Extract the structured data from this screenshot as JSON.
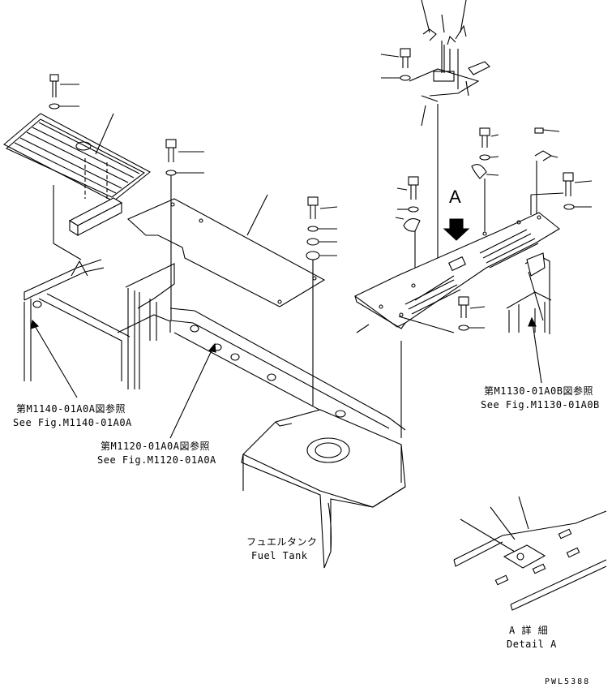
{
  "references": {
    "m1140_jp": "第M1140-01A0A図参照",
    "m1140_en": "See Fig.M1140-01A0A",
    "m1120_jp": "第M1120-01A0A図参照",
    "m1120_en": "See Fig.M1120-01A0A",
    "m1130_jp": "第M1130-01A0B図参照",
    "m1130_en": "See Fig.M1130-01A0B"
  },
  "fuel_tank": {
    "jp": "フュエルタンク",
    "en": "Fuel Tank"
  },
  "view_arrow": "A",
  "detail": {
    "jp": "A 詳 細",
    "en": "Detail A"
  },
  "drawing_id": "PWL5388"
}
